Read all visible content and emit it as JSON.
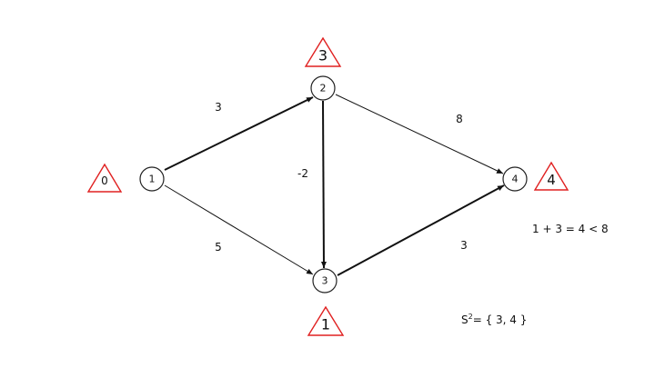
{
  "colors": {
    "edge": "#111111",
    "marker": "#e02020"
  },
  "nodes": [
    {
      "id": "1",
      "label": "1"
    },
    {
      "id": "2",
      "label": "2"
    },
    {
      "id": "3",
      "label": "3"
    },
    {
      "id": "4",
      "label": "4"
    }
  ],
  "edges": [
    {
      "from": "1",
      "to": "2",
      "weight": "3",
      "bold": true
    },
    {
      "from": "1",
      "to": "3",
      "weight": "5",
      "bold": false
    },
    {
      "from": "2",
      "to": "3",
      "weight": "-2",
      "bold": true
    },
    {
      "from": "2",
      "to": "4",
      "weight": "8",
      "bold": false
    },
    {
      "from": "3",
      "to": "4",
      "weight": "3",
      "bold": true
    }
  ],
  "distances": [
    {
      "node": "1",
      "value": "0"
    },
    {
      "node": "2",
      "value": "3"
    },
    {
      "node": "3",
      "value": "1"
    },
    {
      "node": "4",
      "value": "4"
    }
  ],
  "notes": {
    "comparison": "1 + 3 = 4 < 8",
    "set_prefix": "S",
    "set_superscript": "2",
    "set_body": "= { 3, 4 }"
  }
}
